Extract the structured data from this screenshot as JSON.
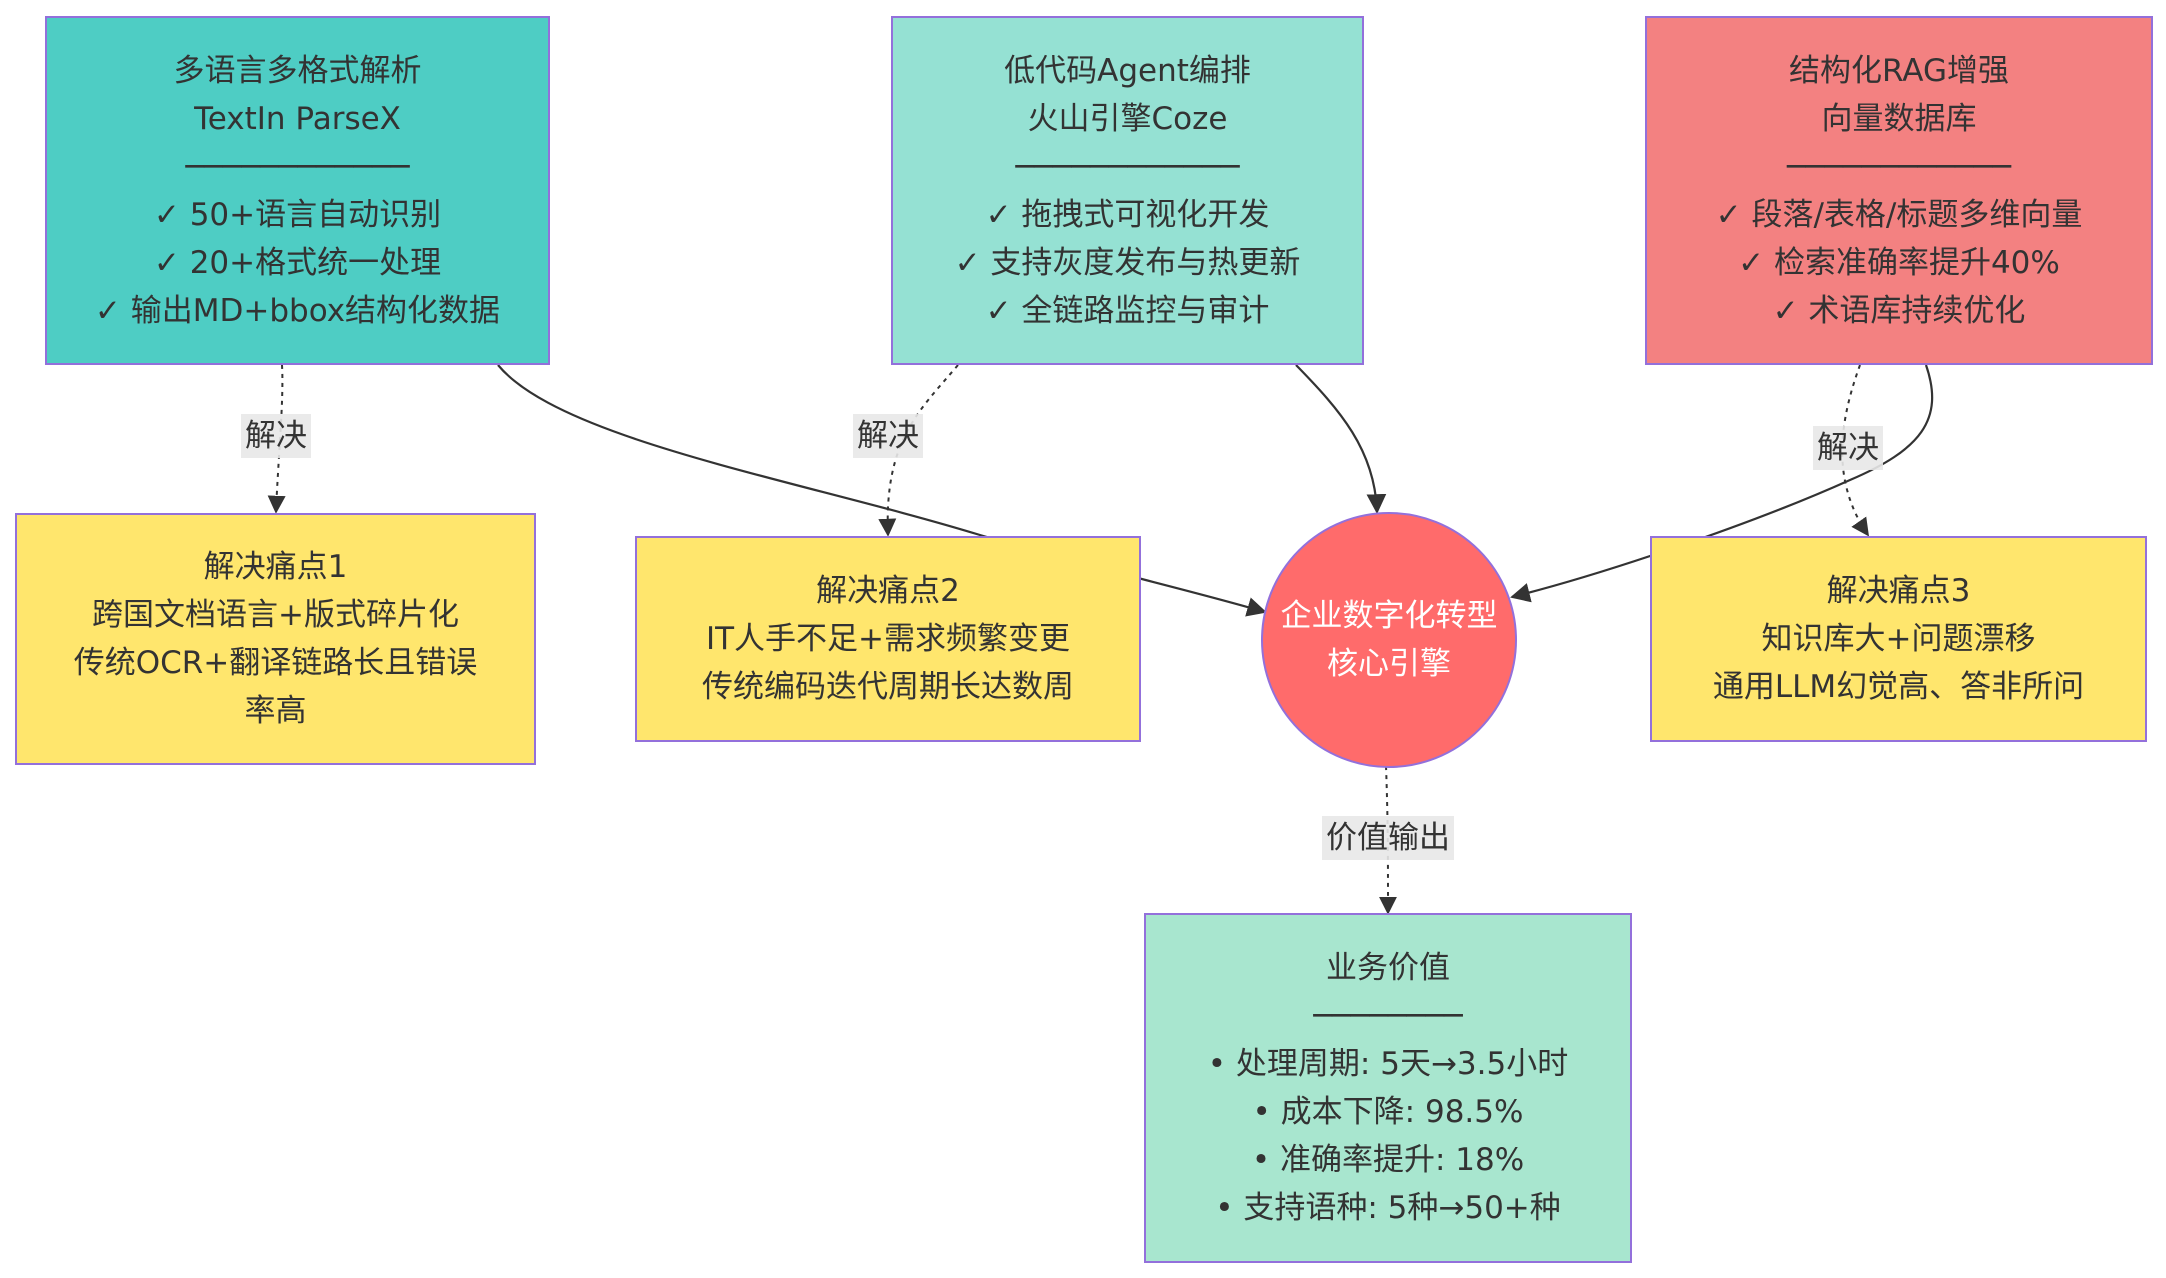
{
  "nodes": {
    "parse": {
      "title": "多语言多格式解析",
      "subtitle": "TextIn ParseX",
      "divider": "────────────",
      "items": [
        "✓ 50+语言自动识别",
        "✓ 20+格式统一处理",
        "✓ 输出MD+bbox结构化数据"
      ],
      "color": "#4ecdc4"
    },
    "agent": {
      "title": "低代码Agent编排",
      "subtitle": "火山引擎Coze",
      "divider": "────────────",
      "items": [
        "✓ 拖拽式可视化开发",
        "✓ 支持灰度发布与热更新",
        "✓ 全链路监控与审计"
      ],
      "color": "#95e1d3"
    },
    "rag": {
      "title": "结构化RAG增强",
      "subtitle": "向量数据库",
      "divider": "────────────",
      "items": [
        "✓ 段落/表格/标题多维向量",
        "✓ 检索准确率提升40%",
        "✓ 术语库持续优化"
      ],
      "color": "#f38181"
    },
    "pain1": {
      "lines": [
        "解决痛点1",
        "跨国文档语言+版式碎片化",
        "传统OCR+翻译链路长且错误率高"
      ],
      "color": "#ffe66d"
    },
    "pain2": {
      "lines": [
        "解决痛点2",
        "IT人手不足+需求频繁变更",
        "传统编码迭代周期长达数周"
      ],
      "color": "#ffe66d"
    },
    "pain3": {
      "lines": [
        "解决痛点3",
        "知识库大+问题漂移",
        "通用LLM幻觉高、答非所问"
      ],
      "color": "#ffe66d"
    },
    "core": {
      "lines": [
        "企业数字化转型",
        "核心引擎"
      ],
      "color": "#ff6b6b"
    },
    "value": {
      "title": "业务价值",
      "divider": "────────",
      "items": [
        "• 处理周期: 5天→3.5小时",
        "• 成本下降: 98.5%",
        "• 准确率提升: 18%",
        "• 支持语种: 5种→50+种"
      ],
      "color": "#a8e6cf"
    }
  },
  "edge_labels": {
    "solve1": "解决",
    "solve2": "解决",
    "solve3": "解决",
    "output": "价值输出"
  },
  "colors": {
    "border": "#9370db",
    "edge": "#333333",
    "label_bg": "#e8e8e8"
  }
}
